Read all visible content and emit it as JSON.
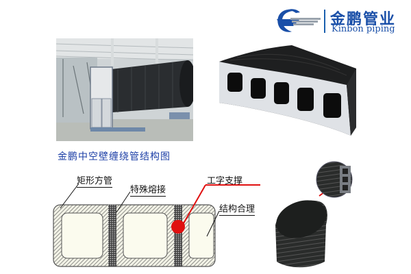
{
  "brand": {
    "name_cn": "金鹏管业",
    "name_en": "Kinbon piping",
    "color": "#1a4fa8",
    "icon": "bird-wing-logo-icon"
  },
  "photos": {
    "factory": "pipe-winding-production-line-photo",
    "profile": "hollow-wall-profile-cross-section-photo",
    "pipe_sample": "spiral-wound-pipe-sample-photo"
  },
  "diagram": {
    "title": "金鹏中空壁缠绕管结构图",
    "title_color": "#1d3fa6",
    "labels": {
      "rect_tube": "矩形方管",
      "special_weld": "特殊熔接",
      "i_support": "工字支撑",
      "reasonable_structure": "结构合理"
    },
    "accent_color": "#e01010"
  }
}
